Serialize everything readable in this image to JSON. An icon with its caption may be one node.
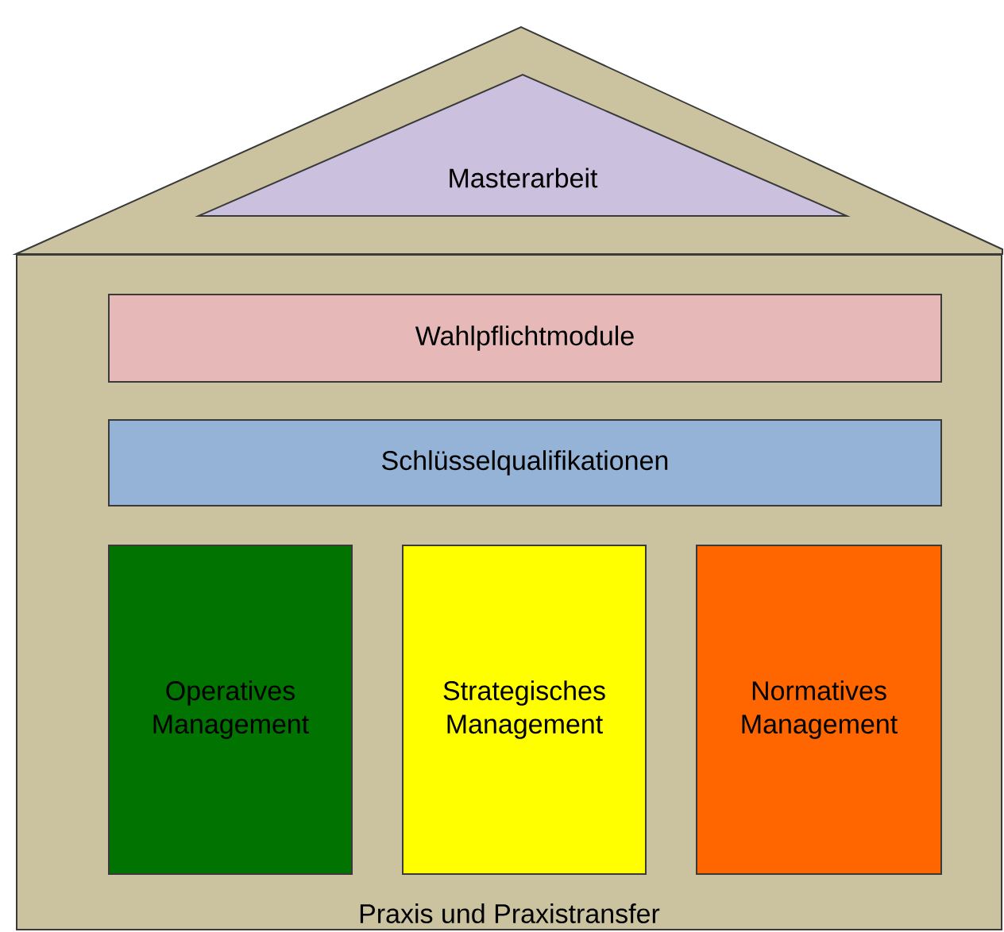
{
  "diagram": {
    "nodes": [
      {
        "text": [
          "Praxis und Praxistransfer"
        ]
      },
      {
        "text": [
          "Masterarbeit"
        ]
      },
      {
        "text": [
          "Wahlpflichtmodule"
        ],
        "in": 0
      },
      {
        "text": [
          "Schlüsselqualifikationen"
        ],
        "in": 0
      },
      {
        "text": [
          "Operatives Management"
        ],
        "in": 0
      },
      {
        "text": [
          "Strategisches Management"
        ],
        "in": 0
      },
      {
        "text": [
          "Normatives Management"
        ],
        "in": 0
      }
    ]
  }
}
